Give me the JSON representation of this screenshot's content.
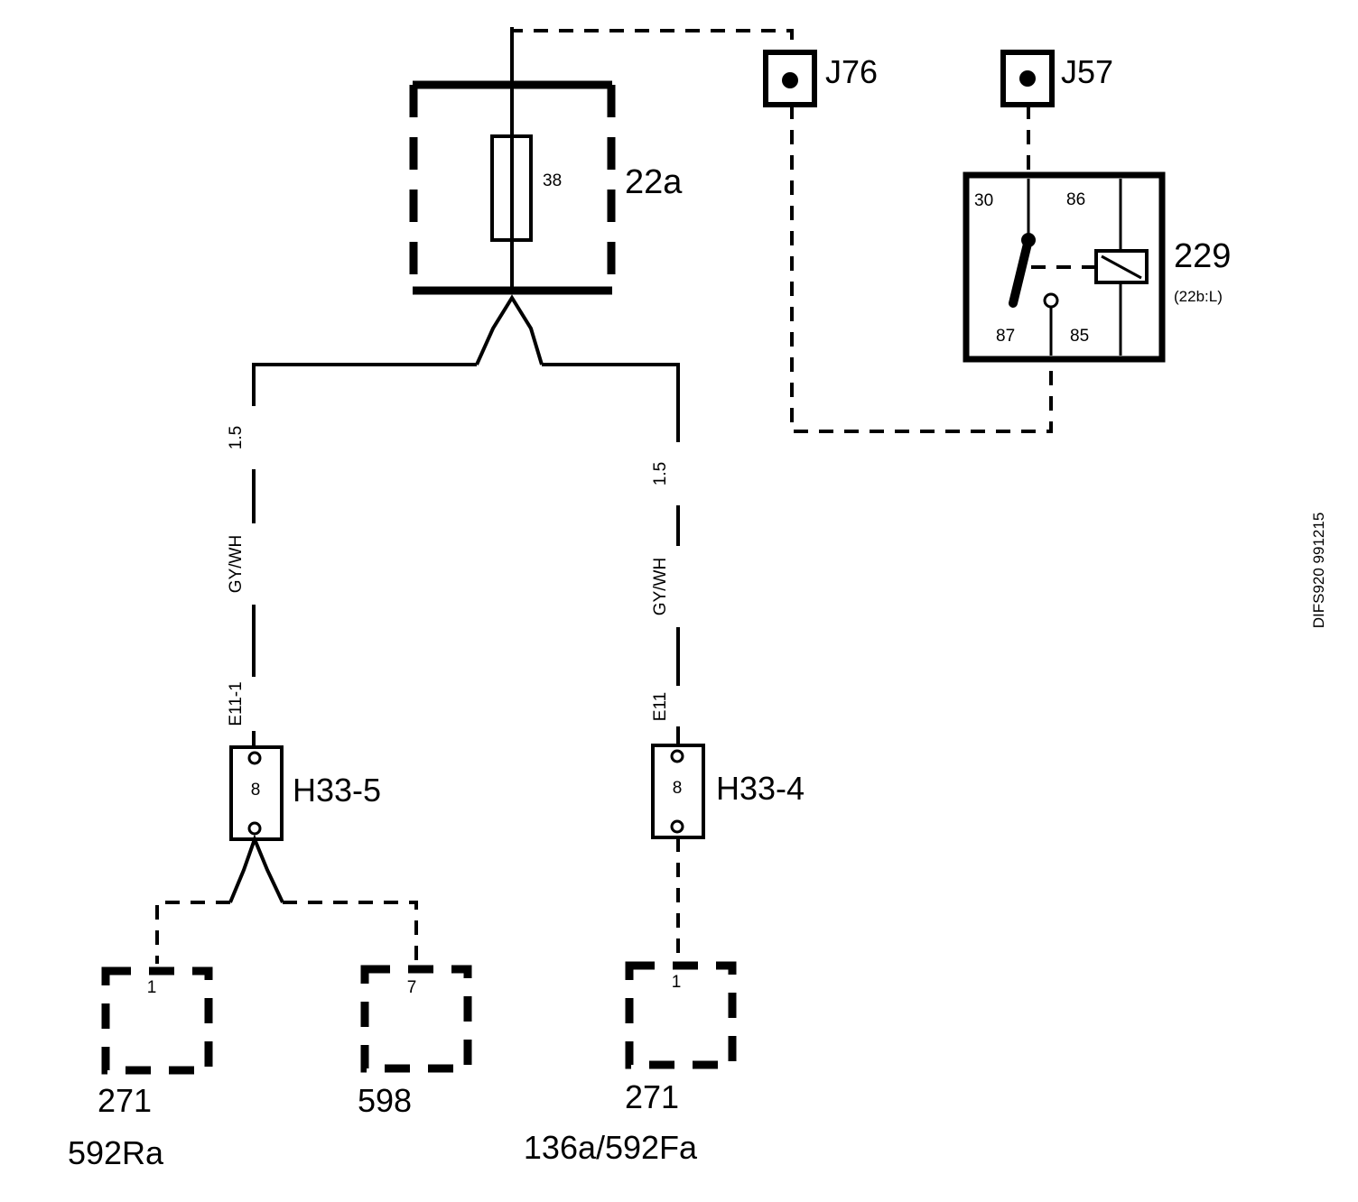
{
  "fuse_box": {
    "id": "22a",
    "fuse_number": "38"
  },
  "connectors": {
    "j76": "J76",
    "j57": "J57"
  },
  "relay": {
    "id": "229",
    "sub": "(22b:L)",
    "pins": {
      "p30": "30",
      "p86": "86",
      "p87": "87",
      "p85": "85"
    }
  },
  "wire_left": {
    "gauge": "1.5",
    "color": "GY/WH",
    "splice": "E11-1"
  },
  "wire_right": {
    "gauge": "1.5",
    "color": "GY/WH",
    "splice": "E11"
  },
  "junction_left": {
    "id": "H33-5",
    "pin": "8"
  },
  "junction_right": {
    "id": "H33-4",
    "pin": "8"
  },
  "components": [
    {
      "pin": "1",
      "id": "271",
      "sub": "592Ra"
    },
    {
      "pin": "7",
      "id": "598",
      "sub": ""
    },
    {
      "pin": "1",
      "id": "271",
      "sub": "136a/592Fa"
    }
  ],
  "doc_ref": "DIFS920 991215"
}
